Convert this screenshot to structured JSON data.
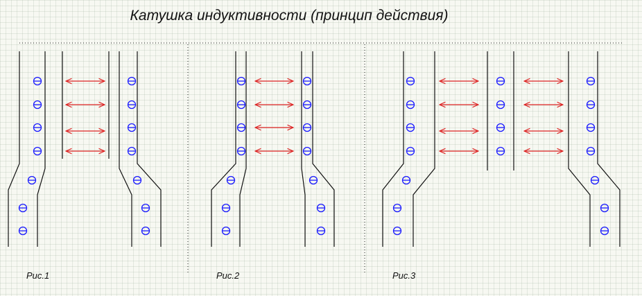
{
  "title": "Катушка индуктивности (принцип действия)",
  "figures": [
    {
      "caption": "Рис.1"
    },
    {
      "caption": "Рис.2"
    },
    {
      "caption": "Рис.3"
    }
  ],
  "colors": {
    "wire": "#111111",
    "charge": "#1a1aff",
    "arrow": "#dd2222",
    "separator": "#222222"
  }
}
